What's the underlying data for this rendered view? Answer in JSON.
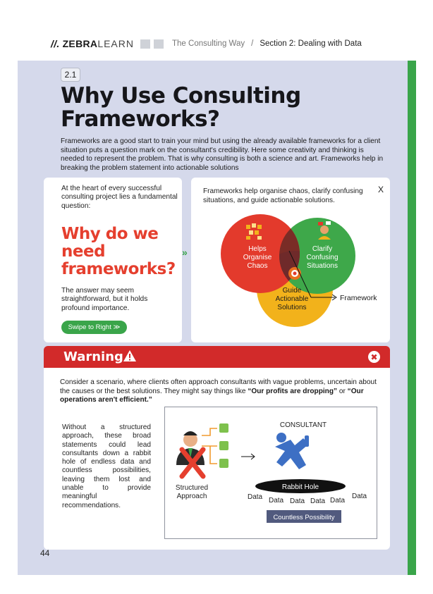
{
  "header": {
    "logo_brand": "ZEBRA",
    "logo_suffix": "LEARN",
    "book_title": "The Consulting Way",
    "separator": "/",
    "section": "Section 2: Dealing with Data"
  },
  "section_badge": "2.1",
  "title": "Why Use Consulting Frameworks?",
  "intro": "Frameworks are a good start to train your mind but using the already available frameworks for a client situation puts a question mark on the consultant's credibility. Here some creativity and thinking is needed to represent the problem. That is why consulting is both a science and art. Frameworks help in breaking the problem statement into actionable solutions",
  "left_card": {
    "lead": "At the heart of every successful consulting project lies a fundamental question:",
    "question": "Why do we need frameworks?",
    "answer": "The answer may seem straightforward, but it holds profound importance.",
    "button": "Swipe to Right ≫"
  },
  "right_card": {
    "text": "Frameworks help organise chaos, clarify confusing situations, and guide actionable solutions.",
    "close": "X",
    "circles": [
      {
        "label": [
          "Helps",
          "Organise",
          "Chaos"
        ],
        "color": "#e33a2c",
        "icon": "sticky-notes-icon"
      },
      {
        "label": [
          "Clarify",
          "Confusing",
          "Situations"
        ],
        "color": "#3ea84a",
        "icon": "thinking-person-icon"
      },
      {
        "label": [
          "Guide",
          "Actionable",
          "Solutions"
        ],
        "color": "#f2b21b",
        "icon": "target-gear-icon"
      }
    ],
    "center_color": "#6f2a2a",
    "pointer_label": "Framework"
  },
  "warning": {
    "title": "Warning",
    "body_prefix": "Consider a scenario, where clients often approach consultants with vague problems, uncertain about the causes or the best solutions. They might say things like ",
    "quote1": "“Our profits are dropping”",
    "body_mid": " or ",
    "quote2": "“Our operations aren't efficient.”",
    "side_text": "Without a structured approach, these broad statements could lead consultants down a rabbit hole of endless data and countless possibilities, leaving them lost and unable to provide meaningful recommendations.",
    "diagram": {
      "structured_label": [
        "Structured",
        "Approach"
      ],
      "consultant_label": "CONSULTANT",
      "rabbit_hole": "Rabbit Hole",
      "data_word": "Data",
      "countless": "Countless Possibility"
    }
  },
  "page_number": "44"
}
